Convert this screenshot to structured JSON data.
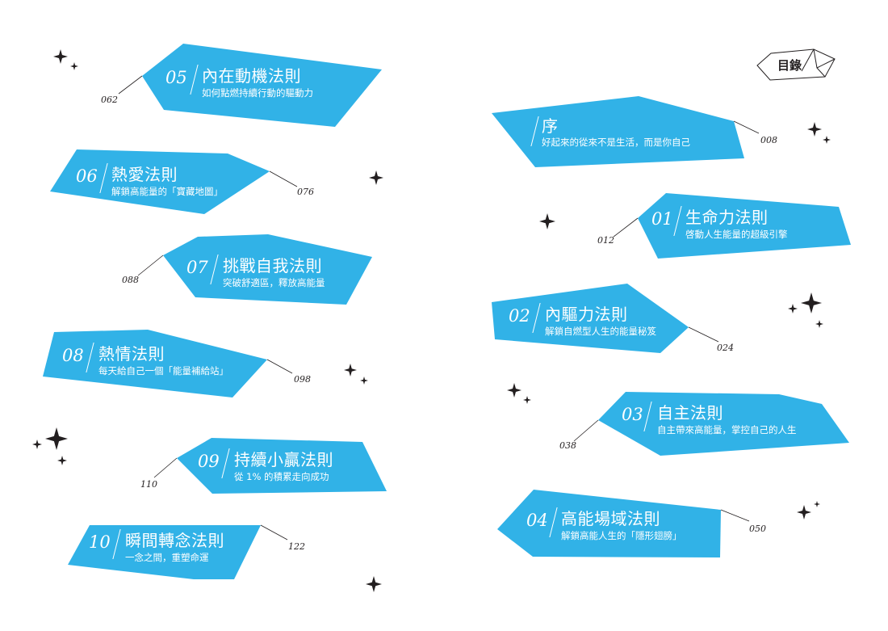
{
  "header": {
    "label": "目錄"
  },
  "entries": [
    {
      "id": "preface",
      "number": "",
      "title": "序",
      "subtitle": "好起來的從來不是生活，而是你自己",
      "page": "008"
    },
    {
      "id": "ch01",
      "number": "01",
      "title": "生命力法則",
      "subtitle": "啓動人生能量的超級引擎",
      "page": "012"
    },
    {
      "id": "ch02",
      "number": "02",
      "title": "內驅力法則",
      "subtitle": "解鎖自燃型人生的能量秘笈",
      "page": "024"
    },
    {
      "id": "ch03",
      "number": "03",
      "title": "自主法則",
      "subtitle": "自主帶來高能量，掌控自己的人生",
      "page": "038"
    },
    {
      "id": "ch04",
      "number": "04",
      "title": "高能場域法則",
      "subtitle": "解鎖高能人生的「隱形翅膀」",
      "page": "050"
    },
    {
      "id": "ch05",
      "number": "05",
      "title": "內在動機法則",
      "subtitle": "如何點燃持續行動的驅動力",
      "page": "062"
    },
    {
      "id": "ch06",
      "number": "06",
      "title": "熱愛法則",
      "subtitle": "解鎖高能量的「寶藏地圖」",
      "page": "076"
    },
    {
      "id": "ch07",
      "number": "07",
      "title": "挑戰自我法則",
      "subtitle": "突破舒適區，釋放高能量",
      "page": "088"
    },
    {
      "id": "ch08",
      "number": "08",
      "title": "熱情法則",
      "subtitle": "每天給自己一個「能量補給站」",
      "page": "098"
    },
    {
      "id": "ch09",
      "number": "09",
      "title": "持續小贏法則",
      "subtitle": "從 1% 的積累走向成功",
      "page": "110"
    },
    {
      "id": "ch10",
      "number": "10",
      "title": "瞬間轉念法則",
      "subtitle": "一念之間，重塑命運",
      "page": "122"
    }
  ],
  "colors": {
    "accent": "#31b2e7",
    "ink": "#231f20",
    "background": "#ffffff"
  },
  "icons": {
    "sparkle": "four-point-star-icon",
    "header_frame": "crystal-outline-icon"
  }
}
